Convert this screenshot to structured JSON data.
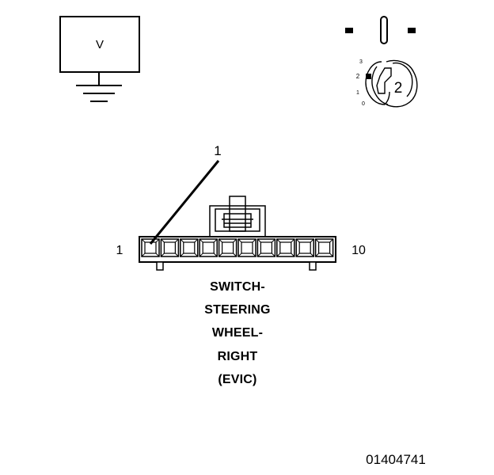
{
  "voltmeter": {
    "symbol": "V"
  },
  "connector_view": {
    "position_labels": [
      "0",
      "1",
      "2",
      "3"
    ],
    "key_number": "2"
  },
  "connector": {
    "callout": "1",
    "first_pin_label": "1",
    "last_pin_label": "10",
    "pin_count": 10,
    "name_lines": [
      "SWITCH-",
      "STEERING",
      "WHEEL-",
      "RIGHT",
      "(EVIC)"
    ]
  },
  "figure_number": "01404741"
}
